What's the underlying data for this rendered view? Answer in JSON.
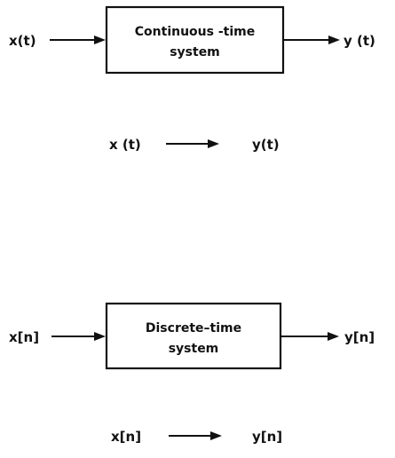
{
  "continuous": {
    "input": "x(t)",
    "box_line1": "Continuous -time",
    "box_line2": "system",
    "output": "y (t)",
    "relation_input": "x (t)",
    "relation_output": "y(t)"
  },
  "discrete": {
    "input": "x[n]",
    "box_line1": "Discrete–time",
    "box_line2": "system",
    "output": "y[n]",
    "relation_input": "x[n]",
    "relation_output": "y[n]"
  },
  "colors": {
    "ink": "#111111",
    "background": "#ffffff"
  }
}
